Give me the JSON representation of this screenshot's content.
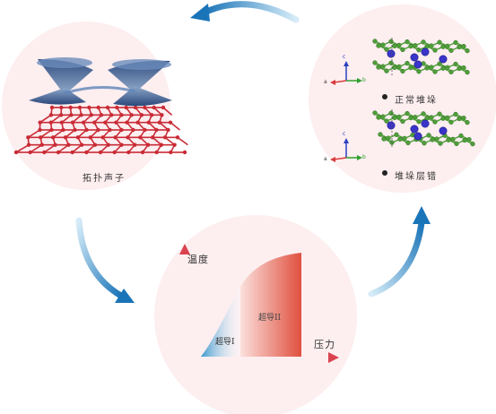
{
  "labels": {
    "topological_phonon": "拓扑声子",
    "normal_stacking": "正常堆垛",
    "stacking_misfit": "堆垛层错",
    "temperature_axis": "温度",
    "pressure_axis": "压力",
    "superconducting_1": "超导I",
    "superconducting_2": "超导II"
  },
  "crystal_axes": {
    "a": "a",
    "b": "b",
    "c": "c"
  },
  "colors": {
    "circle_fill": "#fdeef0",
    "cycle_arrow": "#1a74b8",
    "lattice_red": "#c92b35",
    "cone_blue": "#2b4f8a",
    "graphene_green": "#4f9e3a",
    "atom_blue": "#3a35c8",
    "phase1_blue": "#4aa5d6",
    "phase2_red": "#e05a4a",
    "axis_red": "#d9434f"
  }
}
